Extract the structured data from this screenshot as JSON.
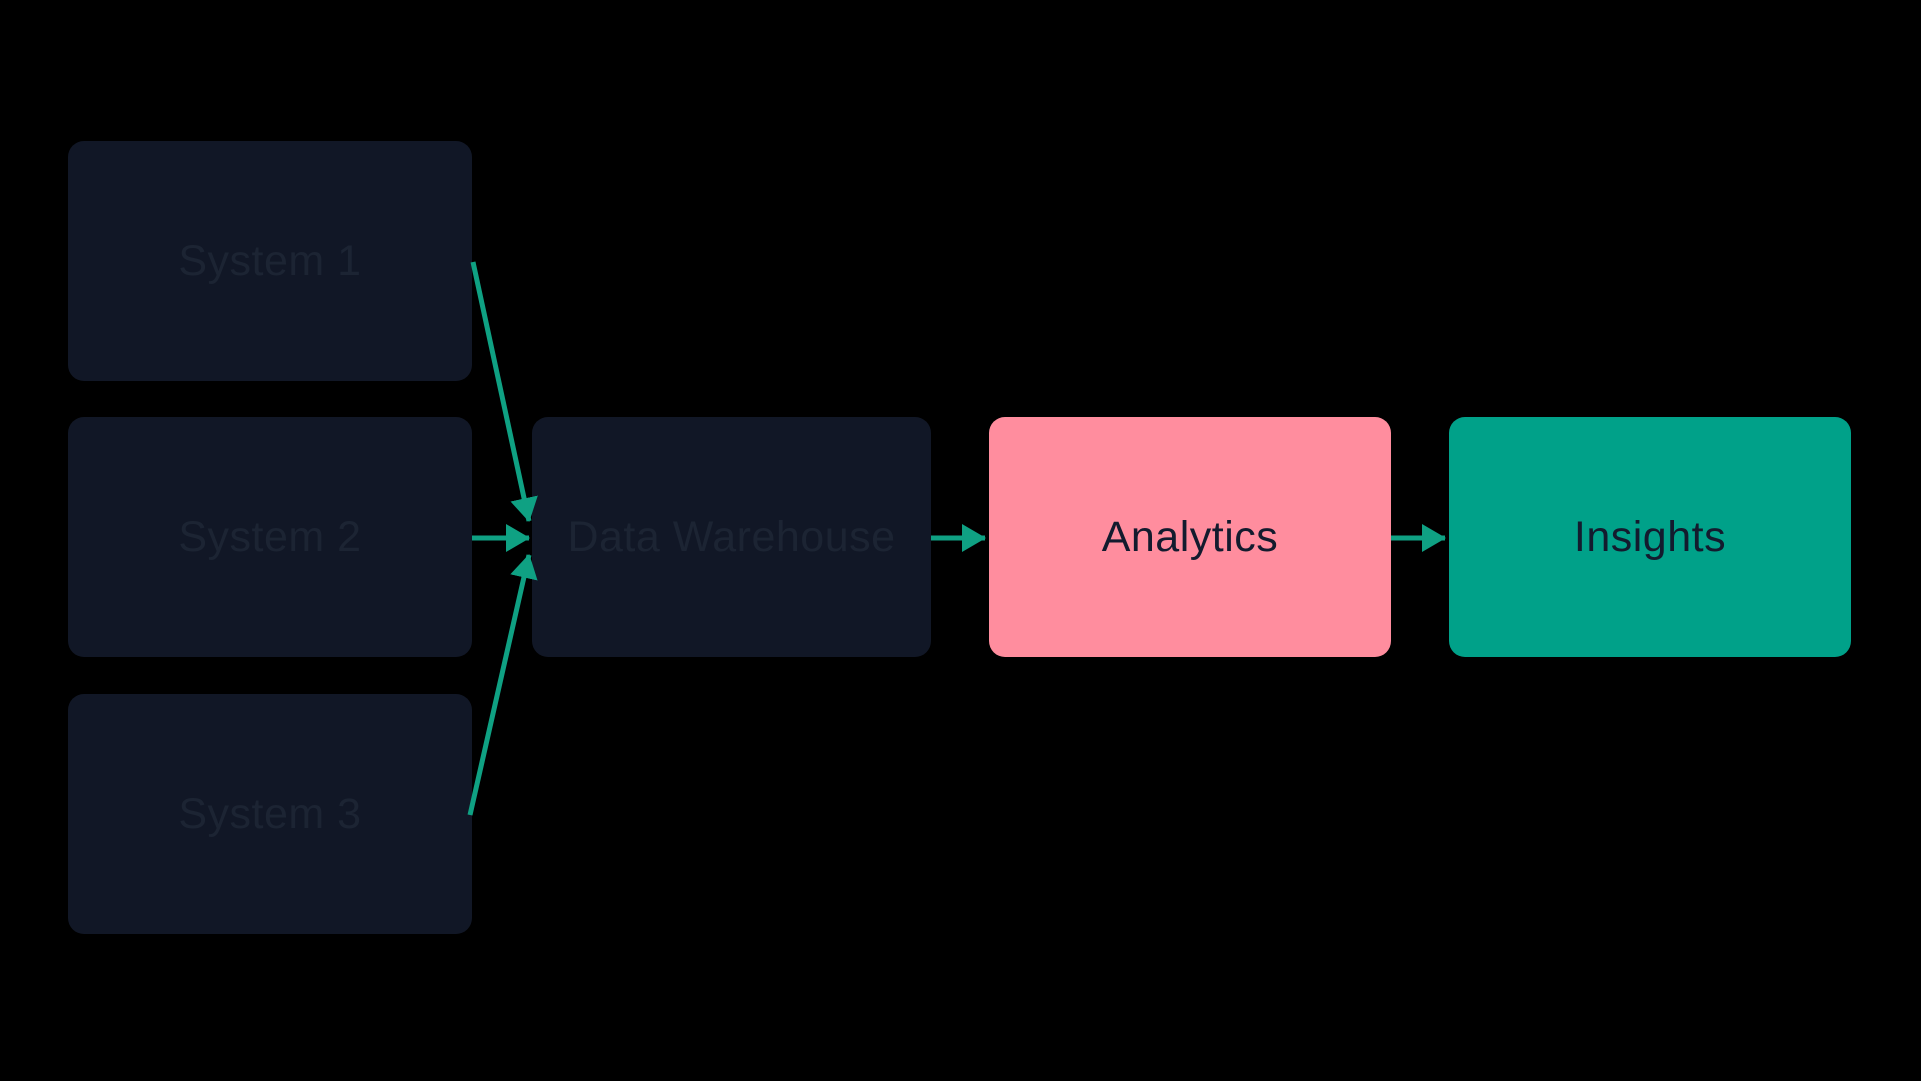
{
  "diagram": {
    "background_color": "#000000",
    "arrow_color": "#0FA183",
    "nodes": [
      {
        "id": "system-1",
        "label": "System 1",
        "fill": "#111726",
        "text_color": "#1C2433"
      },
      {
        "id": "system-2",
        "label": "System 2",
        "fill": "#111726",
        "text_color": "#1C2433"
      },
      {
        "id": "system-3",
        "label": "System 3",
        "fill": "#111726",
        "text_color": "#1C2433"
      },
      {
        "id": "data-warehouse",
        "label": "Data Warehouse",
        "fill": "#111726",
        "text_color": "#1C2433"
      },
      {
        "id": "analytics",
        "label": "Analytics",
        "fill": "#FF8D9E",
        "text_color": "#131B2E"
      },
      {
        "id": "insights",
        "label": "Insights",
        "fill": "#00A189",
        "text_color": "#131B2E"
      }
    ],
    "edges": [
      {
        "from": "System 1",
        "to": "Data Warehouse"
      },
      {
        "from": "System 2",
        "to": "Data Warehouse"
      },
      {
        "from": "System 3",
        "to": "Data Warehouse"
      },
      {
        "from": "Data Warehouse",
        "to": "Analytics"
      },
      {
        "from": "Analytics",
        "to": "Insights"
      }
    ]
  }
}
